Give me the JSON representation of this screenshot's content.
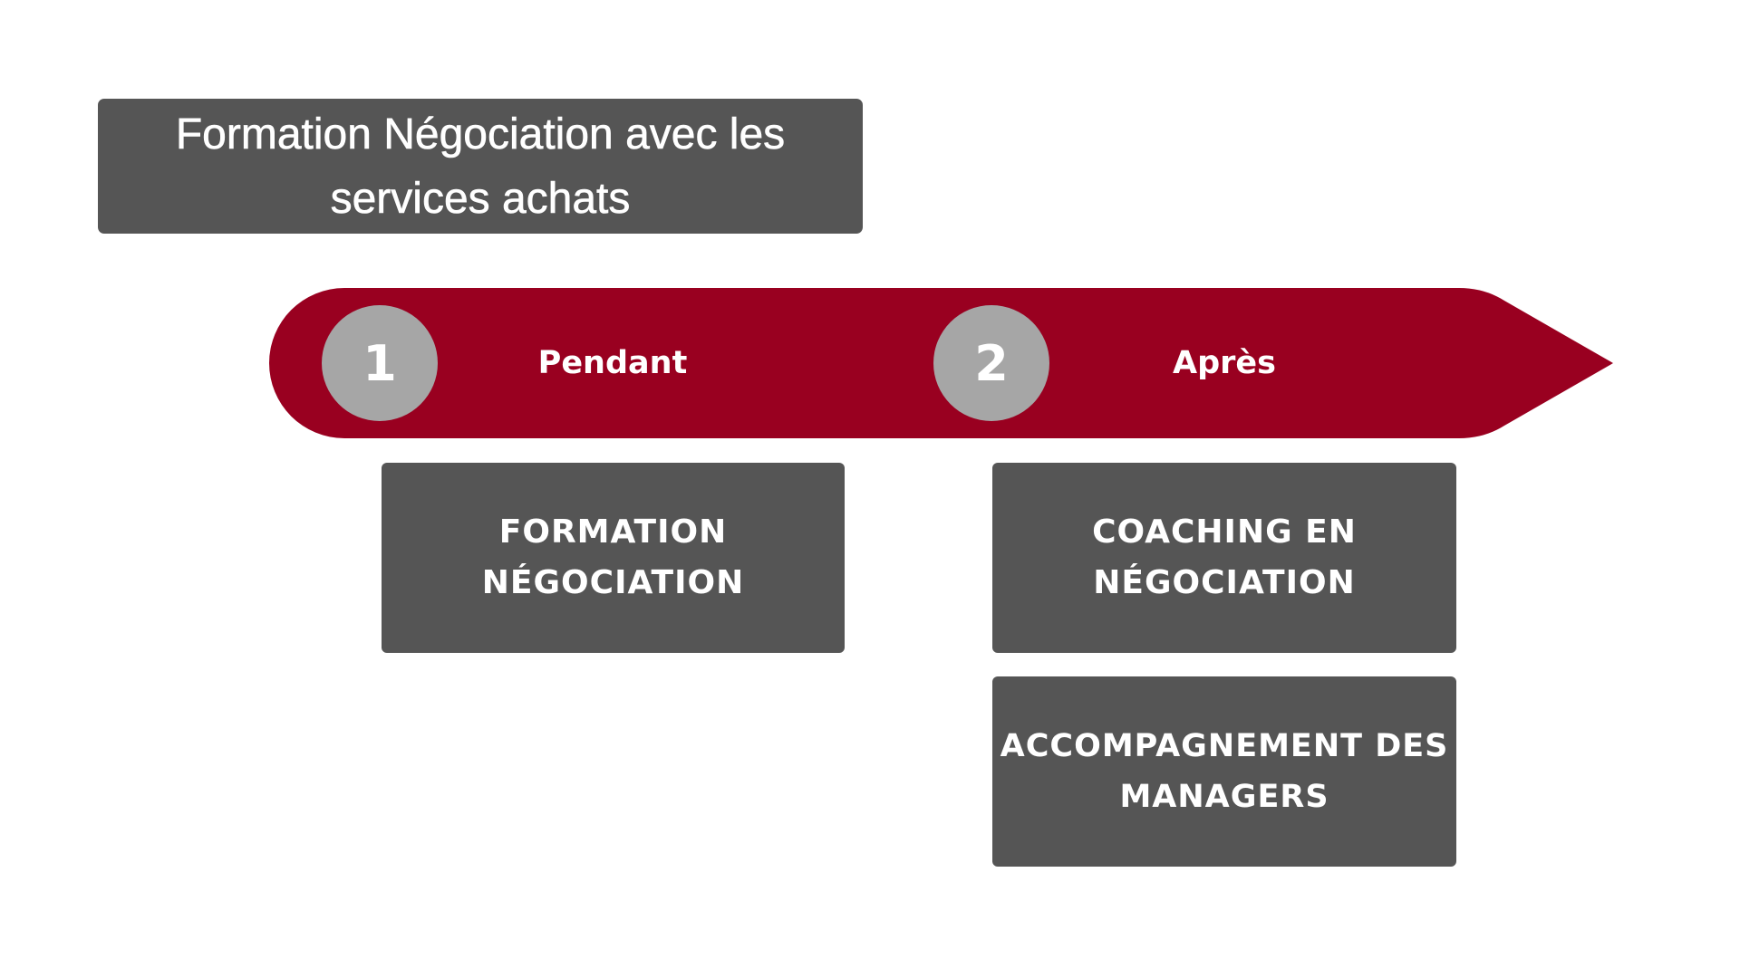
{
  "title": {
    "line1": "Formation Négociation avec les",
    "line2": "services achats"
  },
  "colors": {
    "arrow": "#990020",
    "box": "#555555",
    "circle": "#a6a6a6",
    "text": "#ffffff"
  },
  "steps": [
    {
      "number": "1",
      "label": "Pendant",
      "items": [
        {
          "line1": "FORMATION",
          "line2": "NÉGOCIATION"
        }
      ]
    },
    {
      "number": "2",
      "label": "Après",
      "items": [
        {
          "line1": "COACHING EN",
          "line2": "NÉGOCIATION"
        },
        {
          "line1": "ACCOMPAGNEMENT DES",
          "line2": "MANAGERS"
        }
      ]
    }
  ]
}
